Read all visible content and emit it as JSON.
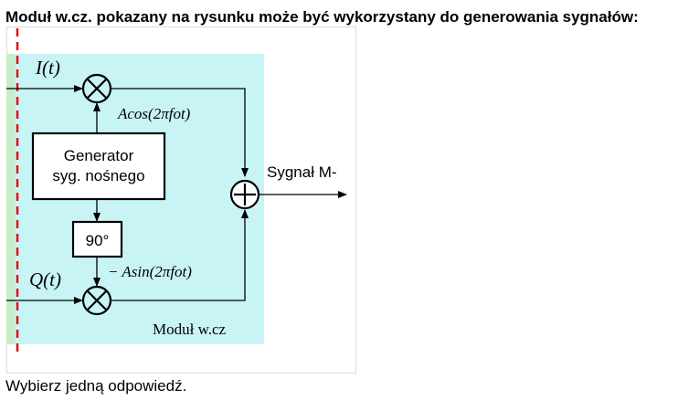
{
  "question": {
    "text": "Moduł w.cz. pokazany na rysunku może być wykorzystany do generowania sygnałów:"
  },
  "diagram": {
    "input_i_label": "I(t)",
    "input_q_label": "Q(t)",
    "carrier_cos_label": "Acos(2πfot)",
    "carrier_sin_label": "− Asin(2πfot)",
    "generator_line1": "Generator",
    "generator_line2": "syg. nośnego",
    "phase_shift_label": "90°",
    "output_label": "Sygnał  M-",
    "module_label": "Moduł w.cz",
    "colors": {
      "module_fill": "#c9f4f6",
      "left_strip": "#c8eec8",
      "dashed_line": "#dd1111",
      "stroke": "#000000"
    }
  },
  "instruction": {
    "text": "Wybierz jedną odpowiedź."
  }
}
